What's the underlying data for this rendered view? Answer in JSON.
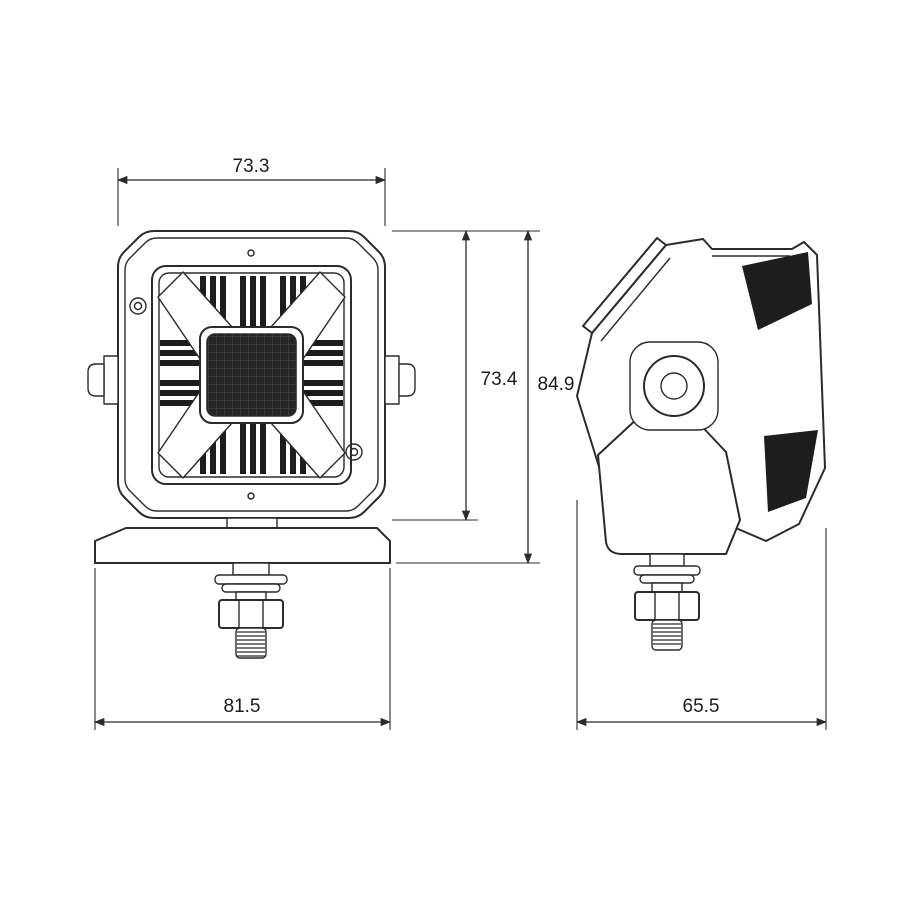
{
  "dimensions": {
    "front_top_width": "73.3",
    "front_body_height": "73.4",
    "front_overall_height": "84.9",
    "front_bottom_width": "81.5",
    "side_depth": "65.5"
  },
  "colors": {
    "line": "#2b2b2b",
    "dark_fill": "#1d1d1d",
    "background": "#ffffff"
  }
}
